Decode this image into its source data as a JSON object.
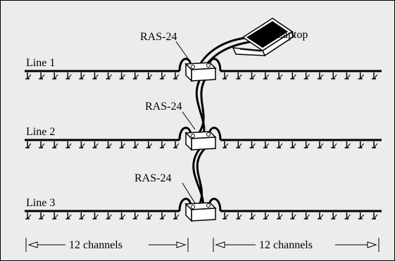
{
  "diagram": {
    "laptop_label": "Laptop",
    "units": [
      {
        "label": "RAS-24"
      },
      {
        "label": "RAS-24"
      },
      {
        "label": "RAS-24"
      }
    ],
    "lines": [
      {
        "label": "Line 1"
      },
      {
        "label": "Line 2"
      },
      {
        "label": "Line 3"
      }
    ],
    "groups": [
      {
        "label": "12 channels",
        "count": 12
      },
      {
        "label": "12 channels",
        "count": 12
      }
    ]
  }
}
